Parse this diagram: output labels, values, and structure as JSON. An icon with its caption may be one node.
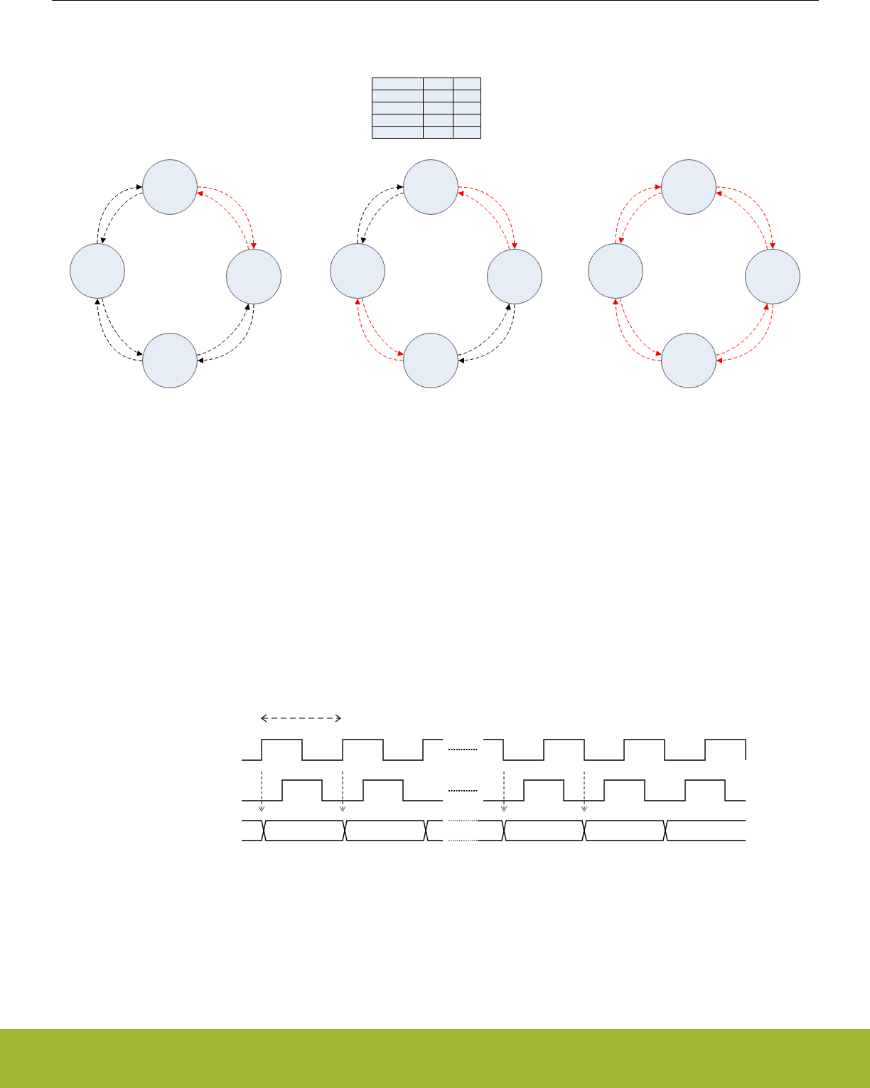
{
  "diagram": {
    "nodes": [
      {
        "text": [],
        "shape": "circle"
      },
      {
        "text": [],
        "shape": "circle"
      },
      {
        "text": [],
        "shape": "circle"
      },
      {
        "text": [],
        "shape": "circle"
      },
      {
        "text": [],
        "shape": "circle"
      },
      {
        "text": [],
        "shape": "circle"
      },
      {
        "text": [],
        "shape": "circle"
      },
      {
        "text": [],
        "shape": "circle"
      },
      {
        "text": [],
        "shape": "circle"
      },
      {
        "text": [],
        "shape": "circle"
      },
      {
        "text": [],
        "shape": "circle"
      },
      {
        "text": [],
        "shape": "circle"
      }
    ],
    "edges": [
      {
        "from": 1,
        "to": 0,
        "arrow": "to",
        "color": "#000000"
      },
      {
        "from": 0,
        "to": 1,
        "arrow": "to",
        "color": "#000000"
      },
      {
        "from": 0,
        "to": 2,
        "arrow": "to"
      },
      {
        "from": 2,
        "to": 0,
        "arrow": "to"
      },
      {
        "from": 3,
        "to": 1,
        "arrow": "to",
        "color": "#000000"
      },
      {
        "from": 1,
        "to": 3,
        "arrow": "to",
        "color": "#000000"
      },
      {
        "from": 3,
        "to": 2,
        "arrow": "to",
        "color": "#000000"
      },
      {
        "from": 2,
        "to": 3,
        "arrow": "to",
        "color": "#000000"
      },
      {
        "from": 5,
        "to": 4,
        "arrow": "to",
        "color": "#000000"
      },
      {
        "from": 4,
        "to": 5,
        "arrow": "to",
        "color": "#000000"
      },
      {
        "from": 4,
        "to": 6,
        "arrow": "to"
      },
      {
        "from": 6,
        "to": 4,
        "arrow": "to"
      },
      {
        "from": 7,
        "to": 5,
        "arrow": "to"
      },
      {
        "from": 5,
        "to": 7,
        "arrow": "to"
      },
      {
        "from": 7,
        "to": 6,
        "arrow": "to",
        "color": "#000000"
      },
      {
        "from": 6,
        "to": 7,
        "arrow": "to",
        "color": "#000000"
      },
      {
        "from": 9,
        "to": 8,
        "arrow": "to"
      },
      {
        "from": 8,
        "to": 9,
        "arrow": "to"
      },
      {
        "from": 8,
        "to": 10,
        "arrow": "to"
      },
      {
        "from": 10,
        "to": 8,
        "arrow": "to"
      },
      {
        "from": 11,
        "to": 9,
        "arrow": "to"
      },
      {
        "from": 9,
        "to": 11,
        "arrow": "to"
      },
      {
        "from": 11,
        "to": 10,
        "arrow": "to"
      },
      {
        "from": 10,
        "to": 11,
        "arrow": "to"
      }
    ]
  }
}
